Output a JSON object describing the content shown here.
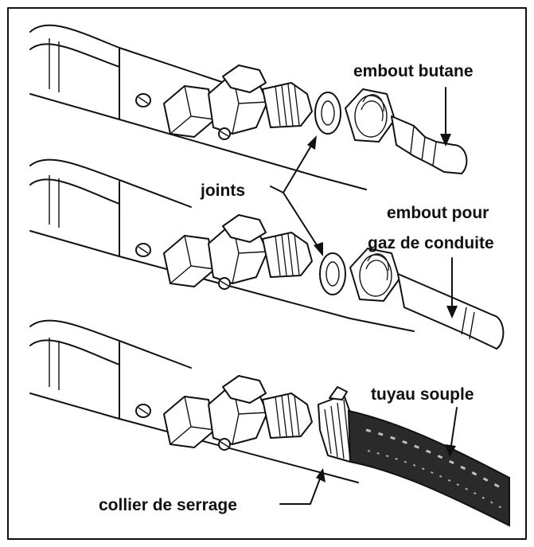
{
  "labels": {
    "embout_butane": "embout butane",
    "joints": "joints",
    "embout_pour_line1": "embout pour",
    "embout_pour_line2": "gaz de conduite",
    "tuyau_souple": "tuyau souple",
    "collier_de_serrage": "collier de serrage"
  },
  "colors": {
    "ink": "#111111",
    "paper": "#ffffff"
  }
}
